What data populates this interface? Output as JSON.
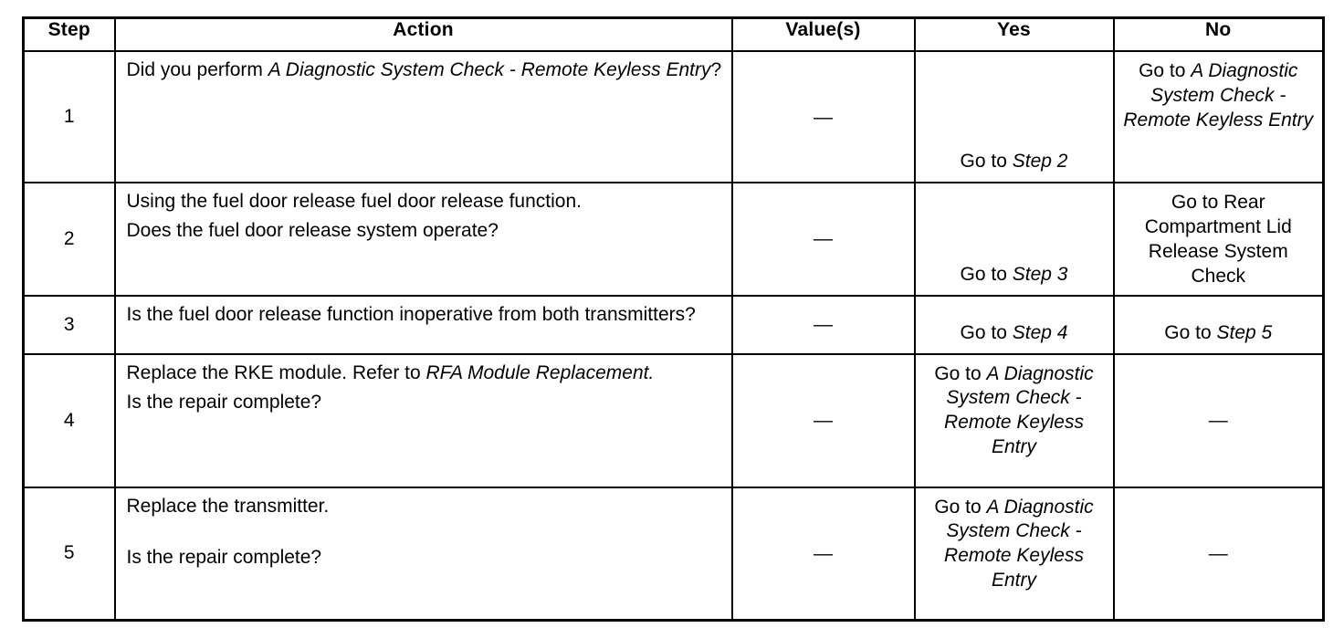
{
  "table": {
    "headers": {
      "step": "Step",
      "action": "Action",
      "values": "Value(s)",
      "yes": "Yes",
      "no": "No"
    },
    "rows": [
      {
        "step": "1",
        "action": {
          "line1_pre": "Did you perform ",
          "line1_ital": "A Diagnostic System Check - Remote Keyless Entry",
          "line1_post": "?"
        },
        "value": "—",
        "yes": {
          "pre": "Go to ",
          "ital": "Step 2",
          "post": ""
        },
        "no": {
          "pre": "Go to ",
          "ital": "A Diagnostic System Check - Remote Keyless Entry",
          "post": ""
        }
      },
      {
        "step": "2",
        "action": {
          "line1": "Using the fuel door release fuel door release function.",
          "line2": "Does the fuel door release system operate?"
        },
        "value": "—",
        "yes": {
          "pre": "Go to ",
          "ital": "Step 3",
          "post": ""
        },
        "no": {
          "pre": "Go to Rear Compartment Lid Release System Check",
          "ital": "",
          "post": ""
        }
      },
      {
        "step": "3",
        "action": {
          "line1": "Is the fuel door release function inoperative from both transmitters?"
        },
        "value": "—",
        "yes": {
          "pre": "Go to ",
          "ital": "Step 4",
          "post": ""
        },
        "no": {
          "pre": "Go to ",
          "ital": "Step 5",
          "post": ""
        }
      },
      {
        "step": "4",
        "action": {
          "line1_pre": "Replace the RKE module. Refer to ",
          "line1_ital": "RFA Module Replacement.",
          "line2": "Is the repair complete?"
        },
        "value": "—",
        "yes": {
          "pre": "Go to ",
          "ital": "A Diagnostic System Check - Remote Keyless Entry",
          "post": ""
        },
        "no": {
          "pre": "—",
          "ital": "",
          "post": ""
        }
      },
      {
        "step": "5",
        "action": {
          "line1": "Replace the transmitter.",
          "line2": "Is the repair complete?"
        },
        "value": "—",
        "yes": {
          "pre": "Go to ",
          "ital": "A Diagnostic System Check - Remote Keyless Entry",
          "post": ""
        },
        "no": {
          "pre": "—",
          "ital": "",
          "post": ""
        }
      }
    ]
  }
}
